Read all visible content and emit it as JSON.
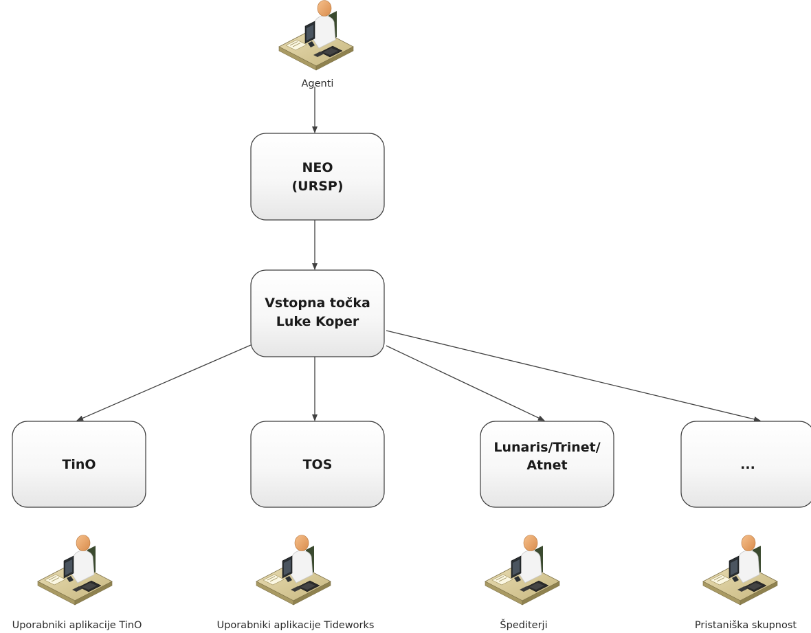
{
  "actors": {
    "top": {
      "label": "Agenti"
    },
    "tino_users": {
      "label": "Uporabniki aplikacije TinO"
    },
    "tideworks_users": {
      "label": "Uporabniki aplikacije Tideworks"
    },
    "forwarders": {
      "label": "Špediterji"
    },
    "port_community": {
      "label": "Pristaniška skupnost"
    }
  },
  "nodes": {
    "neo": {
      "line1": "NEO",
      "line2": "(URSP)"
    },
    "entry": {
      "line1": "Vstopna točka",
      "line2": "Luke Koper"
    },
    "tino": {
      "line1": "TinO"
    },
    "tos": {
      "line1": "TOS"
    },
    "lunaris": {
      "line1": "Lunaris/Trinet/",
      "line2": "Atnet"
    },
    "other": {
      "line1": "..."
    }
  },
  "icon": "workstation-user-icon"
}
